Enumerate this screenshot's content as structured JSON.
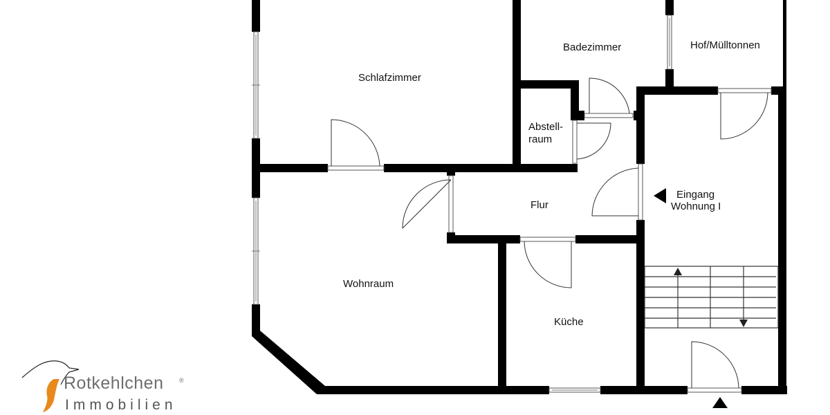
{
  "rooms": {
    "schlafzimmer": "Schlafzimmer",
    "badezimmer": "Badezimmer",
    "hof": "Hof/Mülltonnen",
    "abstellraum_line1": "Abstell-",
    "abstellraum_line2": "raum",
    "flur": "Flur",
    "eingang_line1": "Eingang",
    "eingang_line2": "Wohnung I",
    "wohnraum": "Wohnraum",
    "kueche": "Küche"
  },
  "logo": {
    "name": "Rotkehlchen",
    "registered": "®",
    "subtitle": "Immobilien",
    "accent_color": "#e8891c",
    "text_color": "#6e6e6e"
  },
  "icons": {
    "entrance_arrow_left": "triangle-left",
    "entrance_arrow_up": "triangle-up",
    "stairs_up_arrow": "arrow-up",
    "stairs_down_arrow": "arrow-down"
  },
  "colors": {
    "wall": "#000000",
    "background": "#ffffff"
  }
}
